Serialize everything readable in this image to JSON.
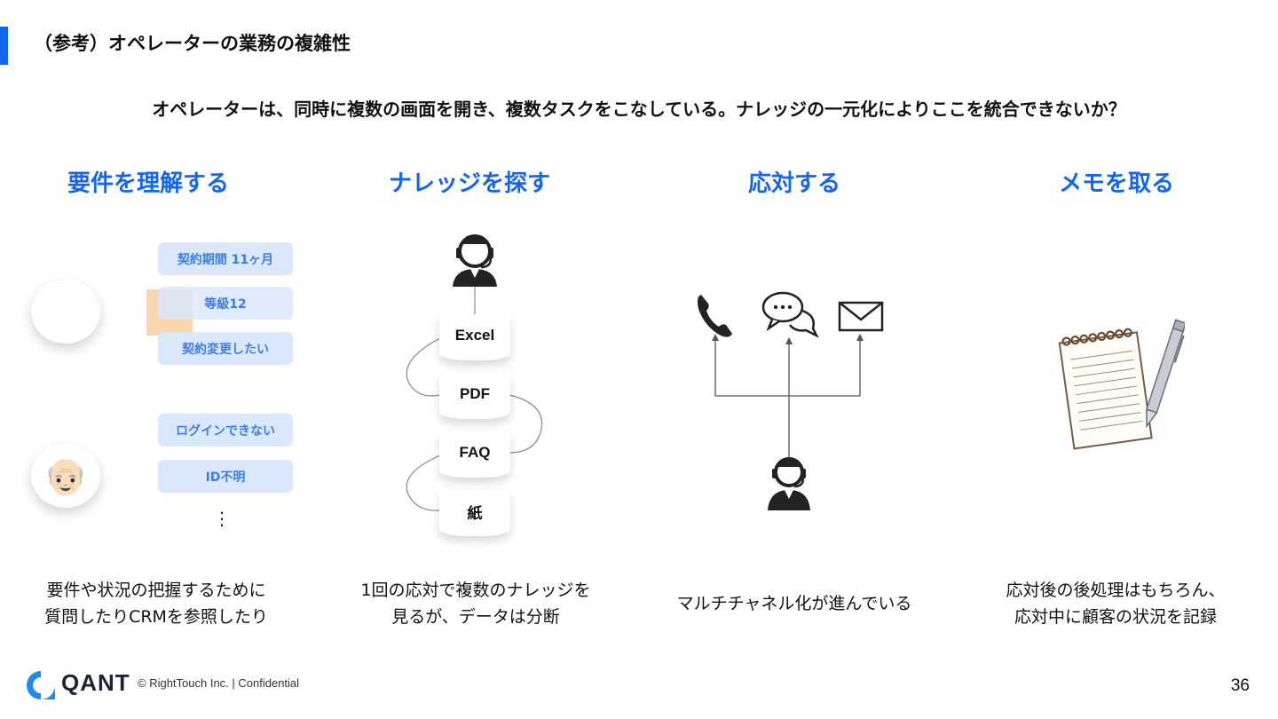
{
  "header": {
    "title": "（参考）オペレーターの業務の複雑性",
    "accent_color": "#1565f0"
  },
  "subtitle": "オペレーターは、同時に複数の画面を開き、複数タスクをこなしている。ナレッジの一元化によりここを統合できないか？",
  "columns": [
    {
      "heading": "要件を理解する",
      "caption_line1": "要件や状況の把握するために",
      "caption_line2": "質問したりCRMを参照したり"
    },
    {
      "heading": "ナレッジを探す",
      "caption_line1": "1回の応対で複数のナレッジを",
      "caption_line2": "見るが、データは分断"
    },
    {
      "heading": "応対する",
      "caption_line1": "マルチチャネル化が進んでいる",
      "caption_line2": ""
    },
    {
      "heading": "メモを取る",
      "caption_line1": "応対後の後処理はもちろん、",
      "caption_line2": "応対中に顧客の状況を記録"
    }
  ],
  "requirements": {
    "pills_top": [
      "契約期間 11ヶ月",
      "等級12",
      "契約変更したい"
    ],
    "pills_bottom": [
      "ログインできない",
      "ID不明"
    ],
    "ellipsis": "⋮",
    "customer_emoji": "👴🏻"
  },
  "knowledge": {
    "docs": [
      "Excel",
      "PDF",
      "FAQ",
      "紙"
    ],
    "icon": "operator-headset-icon"
  },
  "channels": {
    "icons": [
      "phone-icon",
      "chat-bubbles-icon",
      "mail-icon"
    ]
  },
  "memo": {
    "icon": "notepad-pen-icon"
  },
  "footer": {
    "logo_text": "QANT",
    "copyright": "© RightTouch Inc.  |  Confidential",
    "page_number": "36"
  }
}
